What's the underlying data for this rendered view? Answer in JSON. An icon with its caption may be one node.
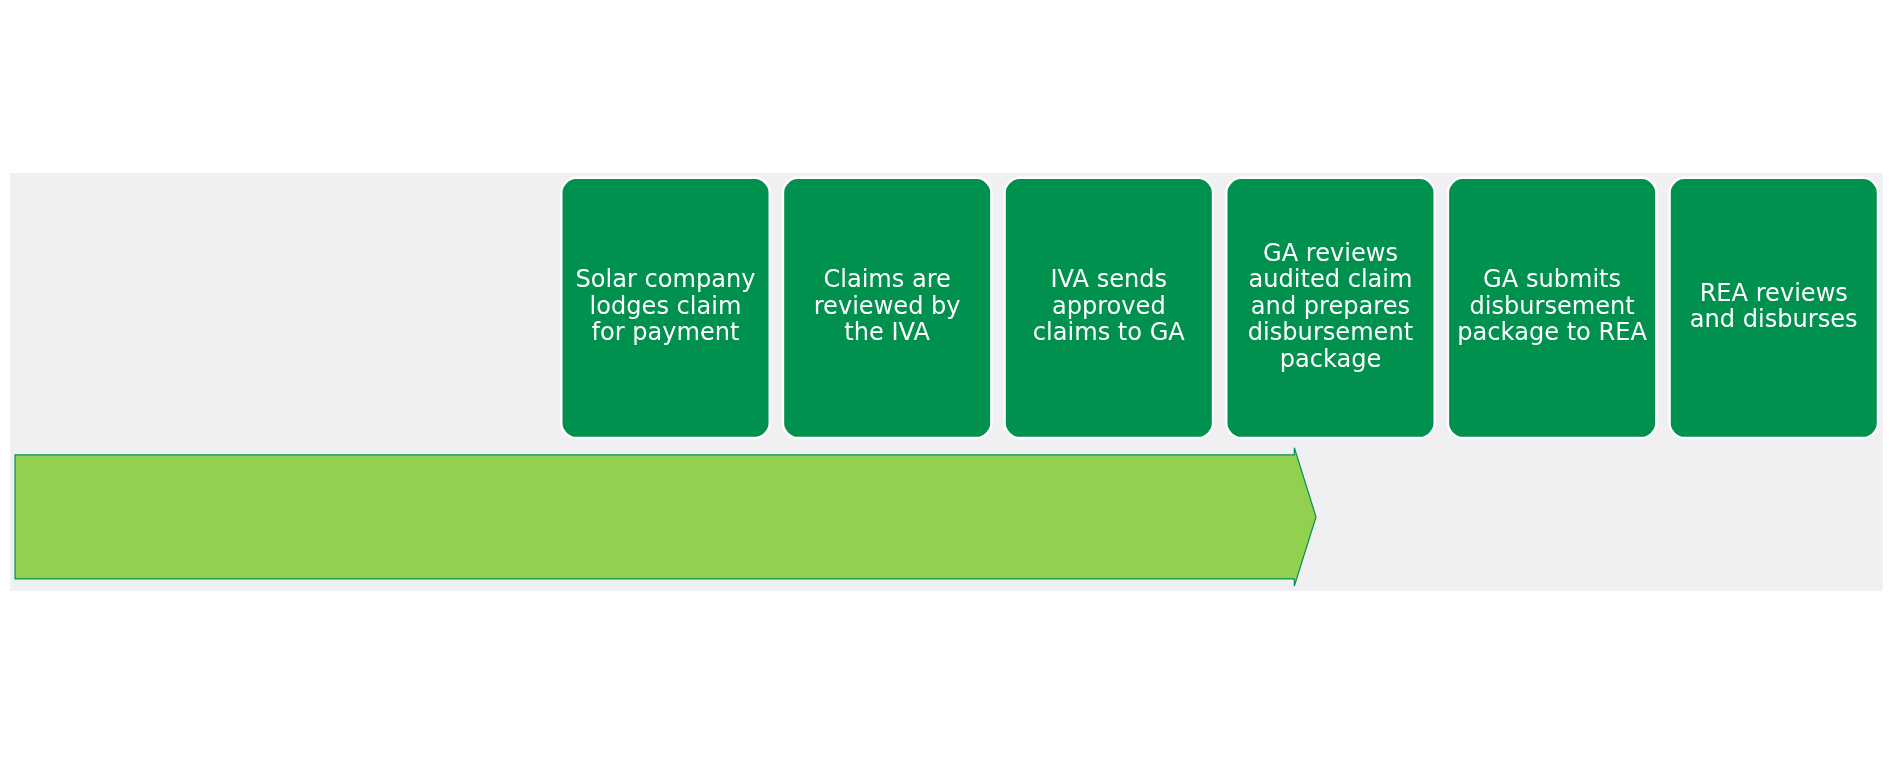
{
  "diagram": {
    "nodes": [
      {
        "text": [],
        "shape": "arrow"
      },
      {
        "text": [
          "Solar company lodges claim for payment"
        ]
      },
      {
        "text": [
          "Claims are reviewed by the IVA"
        ]
      },
      {
        "text": [
          "IVA sends approved claims to GA"
        ]
      },
      {
        "text": [
          "GA reviews audited claim and prepares disbursement package"
        ]
      },
      {
        "text": [
          "GA submits disbursement package to REA"
        ]
      },
      {
        "text": [
          "REA reviews and disburses"
        ]
      }
    ],
    "edges": []
  }
}
